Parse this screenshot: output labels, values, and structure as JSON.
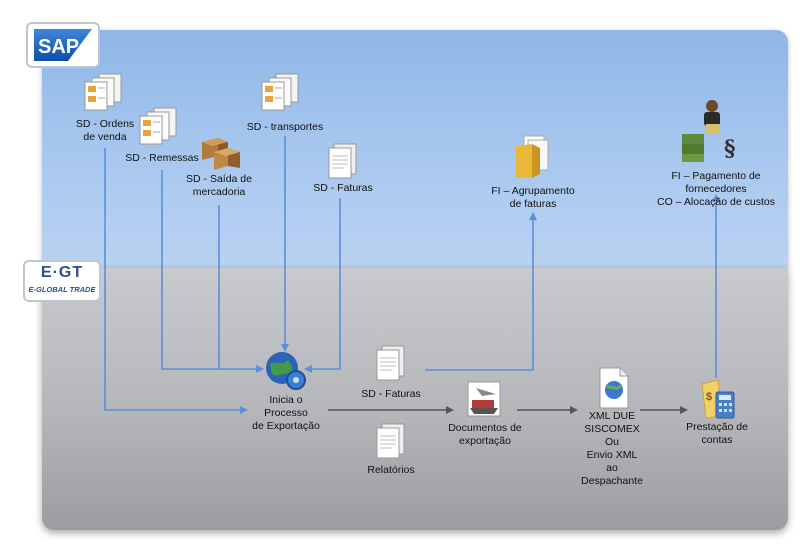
{
  "logos": {
    "sap": "SAP",
    "egt_main": "E·GT",
    "egt_sub": "E-GLOBAL TRADE"
  },
  "nodes": {
    "sd_ordens": [
      "SD - Ordens",
      "de venda"
    ],
    "sd_remessas": [
      "SD - Remessas"
    ],
    "sd_saida": [
      "SD - Saída de",
      "mercadoria"
    ],
    "sd_transportes": [
      "SD - transportes"
    ],
    "sd_faturas_top": [
      "SD - Faturas"
    ],
    "fi_agrupamento": [
      "FI – Agrupamento",
      "de faturas"
    ],
    "fi_pagamento": [
      "FI – Pagamento de",
      "fornecedores",
      "CO – Alocação de custos"
    ],
    "inicia": [
      "Inicia o",
      "Processo",
      "de Exportação"
    ],
    "sd_faturas_bottom": [
      "SD - Faturas"
    ],
    "relatorios": [
      "Relatórios"
    ],
    "documentos": [
      "Documentos de",
      "exportação"
    ],
    "xml": [
      "XML DUE",
      "SISCOMEX",
      "Ou",
      "Envio XML",
      "ao",
      "Despachante"
    ],
    "prestacao": [
      "Prestação de",
      "contas"
    ]
  },
  "colors": {
    "blue_arrow": "#5b8fd9",
    "dark_arrow": "#555555",
    "sap_blue": "#1b5fb8"
  }
}
